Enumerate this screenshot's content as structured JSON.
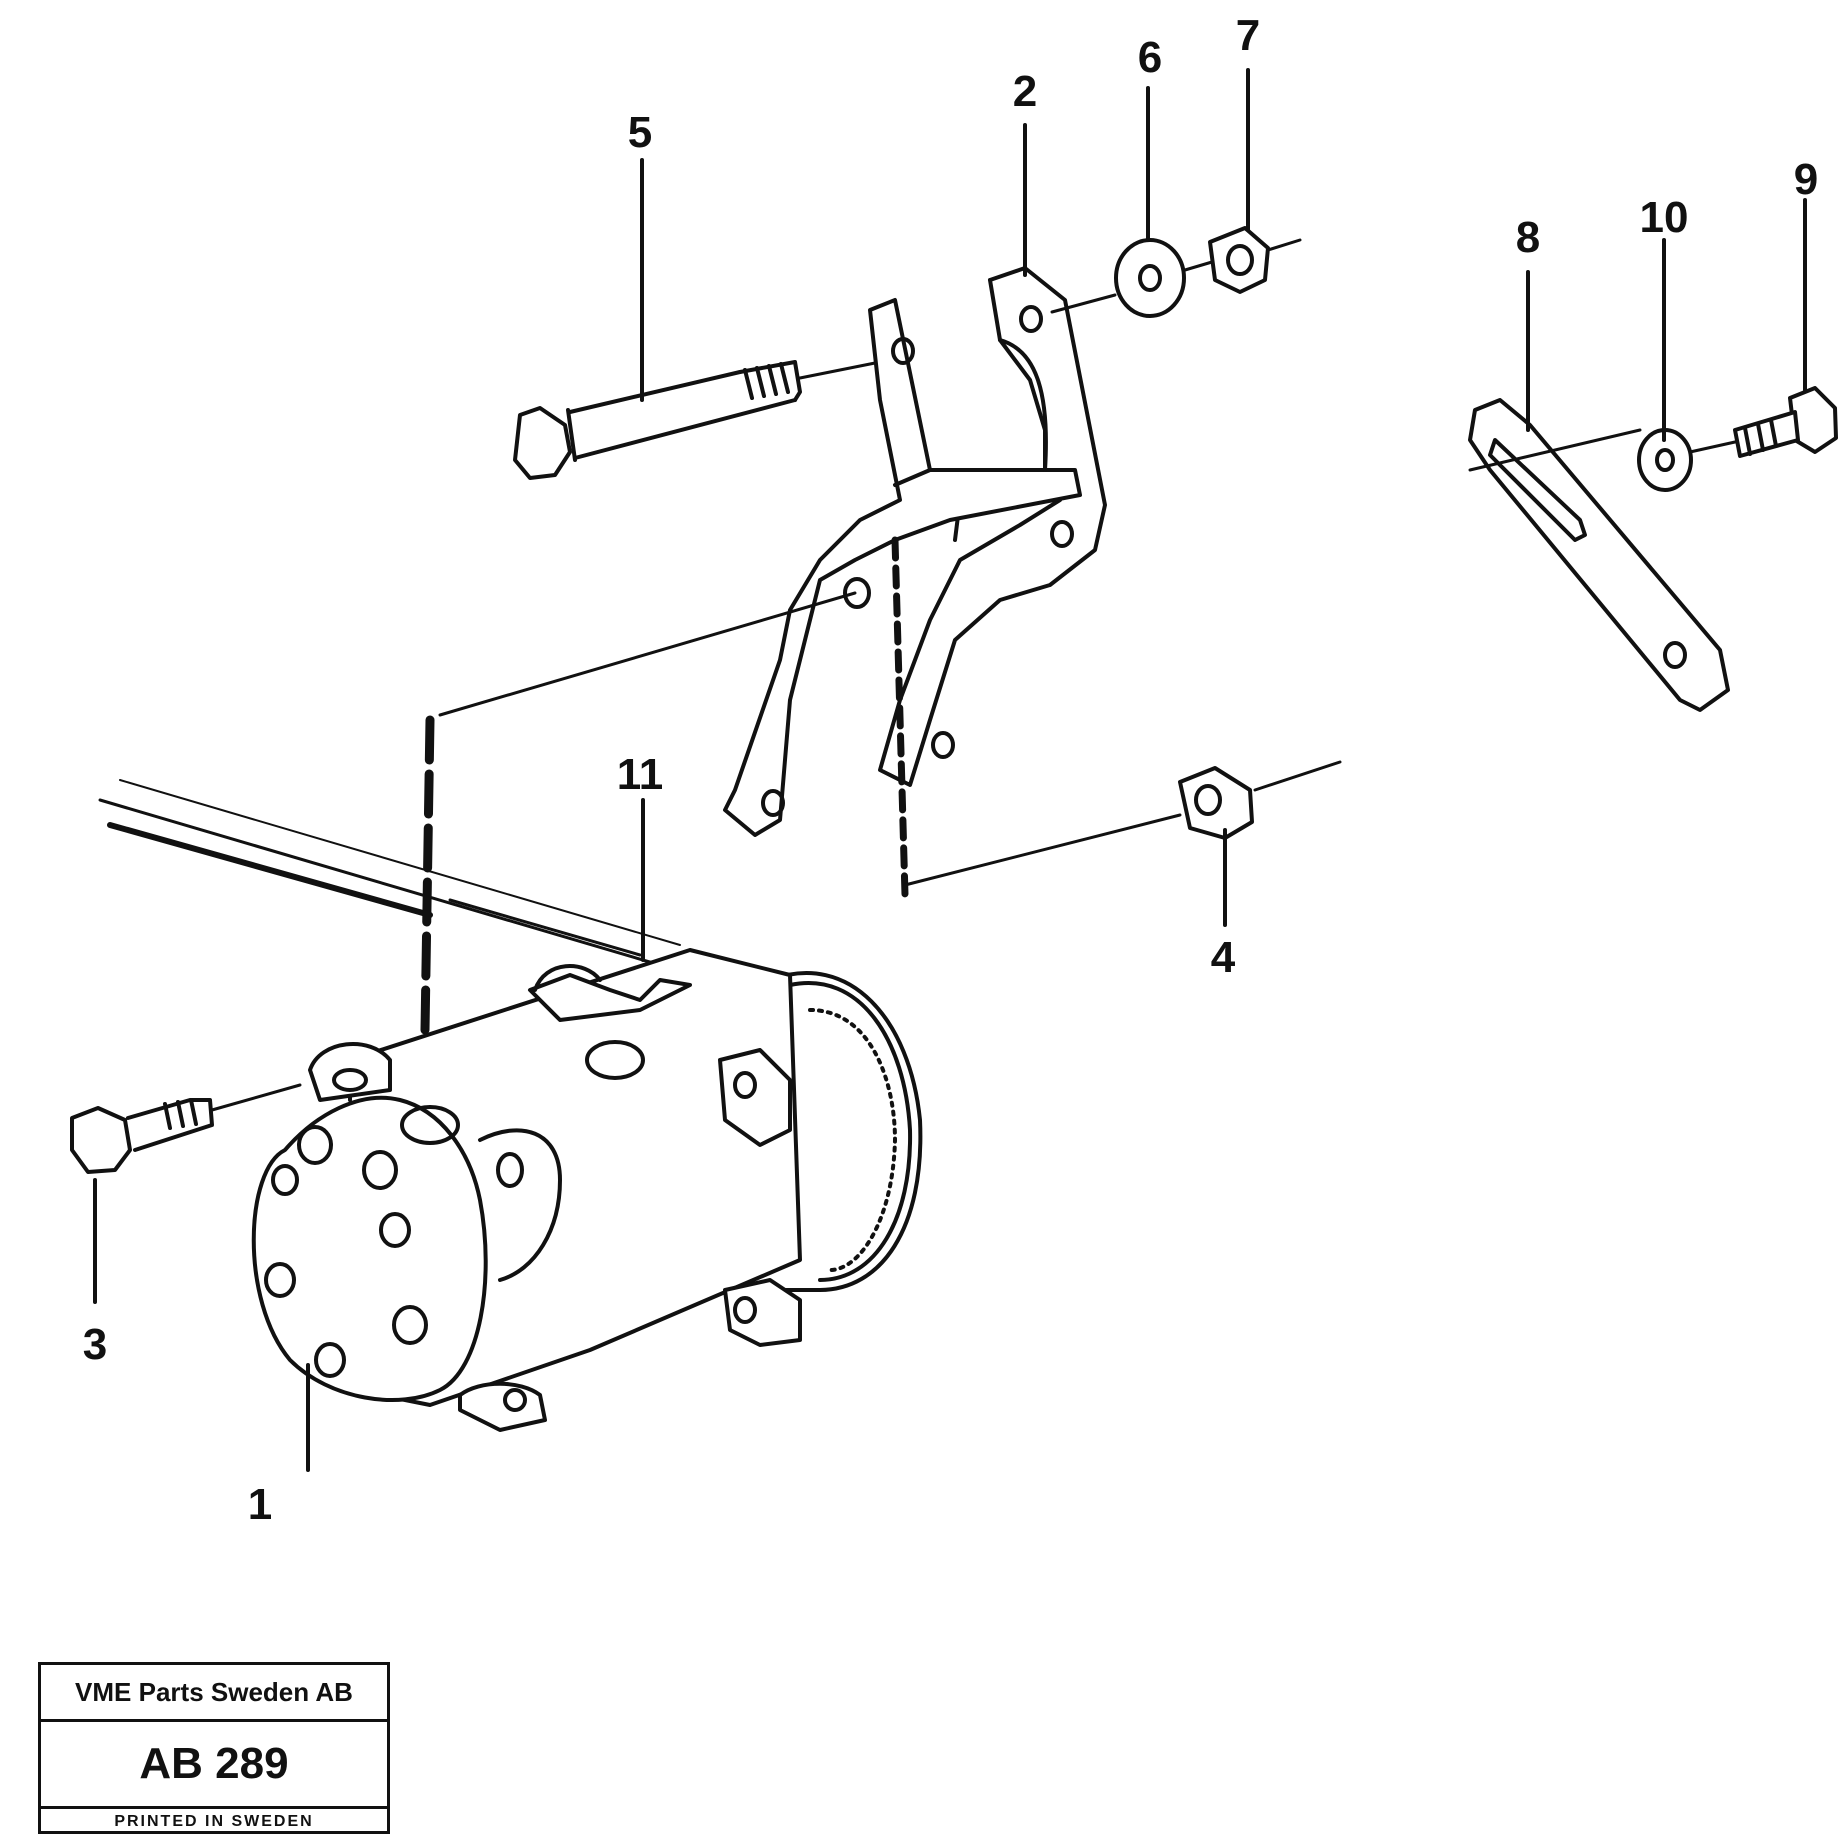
{
  "callouts": [
    {
      "id": "1",
      "label": "1"
    },
    {
      "id": "2",
      "label": "2"
    },
    {
      "id": "3",
      "label": "3"
    },
    {
      "id": "4",
      "label": "4"
    },
    {
      "id": "5",
      "label": "5"
    },
    {
      "id": "6",
      "label": "6"
    },
    {
      "id": "7",
      "label": "7"
    },
    {
      "id": "8",
      "label": "8"
    },
    {
      "id": "9",
      "label": "9"
    },
    {
      "id": "10",
      "label": "10"
    },
    {
      "id": "11",
      "label": "11"
    }
  ],
  "title_block": {
    "company": "VME Parts Sweden AB",
    "code": "AB 289",
    "printed": "PRINTED IN SWEDEN"
  }
}
